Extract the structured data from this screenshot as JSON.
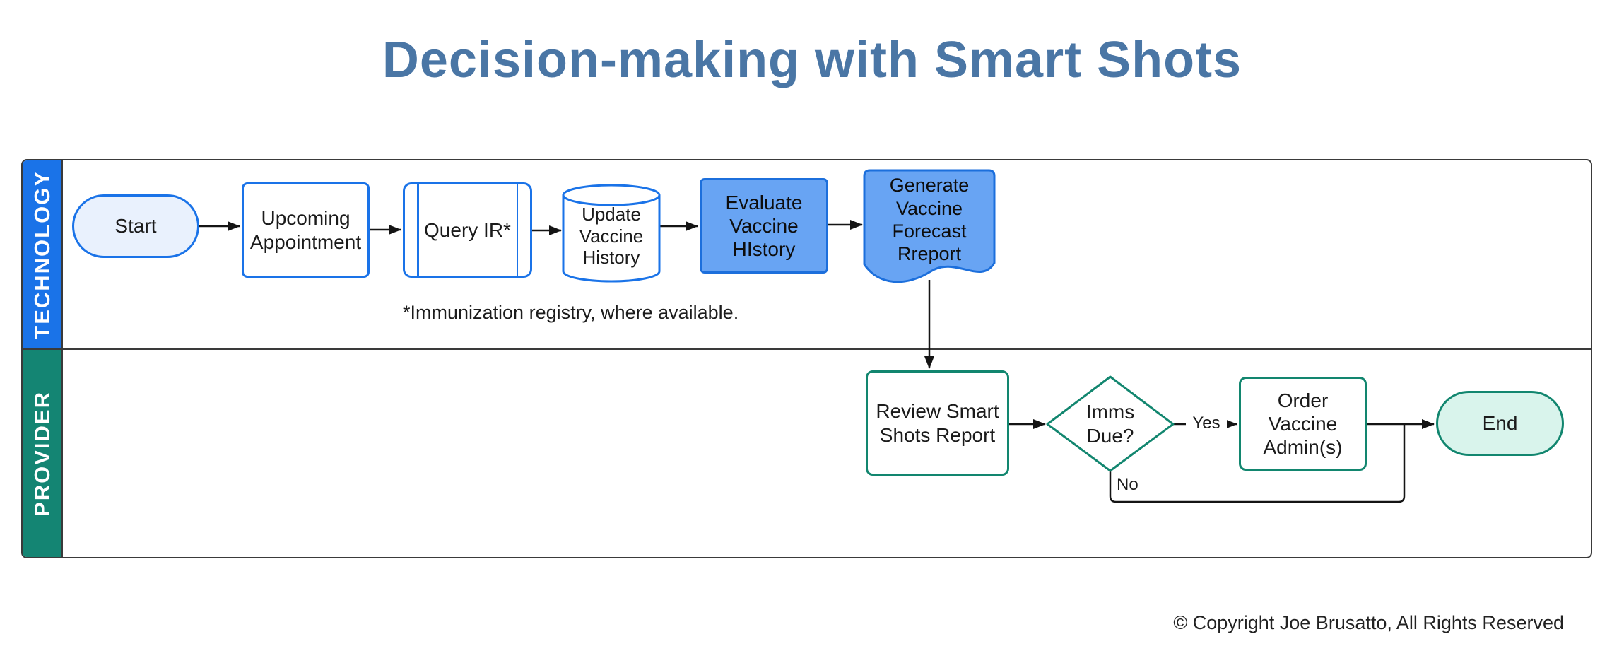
{
  "title": "Decision-making with Smart Shots",
  "footnote": "*Immunization registry, where available.",
  "copyright": "© Copyright Joe Brusatto, All Rights Reserved",
  "lanes": {
    "technology": {
      "label": "TECHNOLOGY",
      "color": "#1a73e8"
    },
    "provider": {
      "label": "PROVIDER",
      "color": "#148573"
    }
  },
  "nodes": {
    "start": {
      "label": "Start",
      "shape": "terminator",
      "lane": "technology"
    },
    "upcoming_appointment": {
      "label": "Upcoming\nAppointment",
      "shape": "process",
      "lane": "technology"
    },
    "query_ir": {
      "label": "Query IR*",
      "shape": "predefined-process",
      "lane": "technology"
    },
    "update_vaccine_history": {
      "label": "Update\nVaccine\nHistory",
      "shape": "database",
      "lane": "technology"
    },
    "evaluate_vaccine_history": {
      "label": "Evaluate\nVaccine\nHIstory",
      "shape": "process-filled",
      "lane": "technology"
    },
    "generate_forecast_report": {
      "label": "Generate\nVaccine\nForecast\nRreport",
      "shape": "document",
      "lane": "technology"
    },
    "review_smart_shots": {
      "label": "Review Smart\nShots Report",
      "shape": "process",
      "lane": "provider"
    },
    "imms_due": {
      "label": "Imms\nDue?",
      "shape": "decision",
      "lane": "provider"
    },
    "order_vaccine_admin": {
      "label": "Order\nVaccine\nAdmin(s)",
      "shape": "process",
      "lane": "provider"
    },
    "end": {
      "label": "End",
      "shape": "terminator",
      "lane": "provider"
    }
  },
  "edge_labels": {
    "yes": "Yes",
    "no": "No"
  },
  "colors": {
    "title": "#4a76a5",
    "tech_accent": "#1a73e8",
    "tech_fill_light": "#e9f1fd",
    "tech_fill_solid": "#68a4f3",
    "provider_accent": "#12866f",
    "provider_fill_light": "#d9f4ec",
    "connector": "#141414",
    "frame_border": "#3a3a3a"
  }
}
